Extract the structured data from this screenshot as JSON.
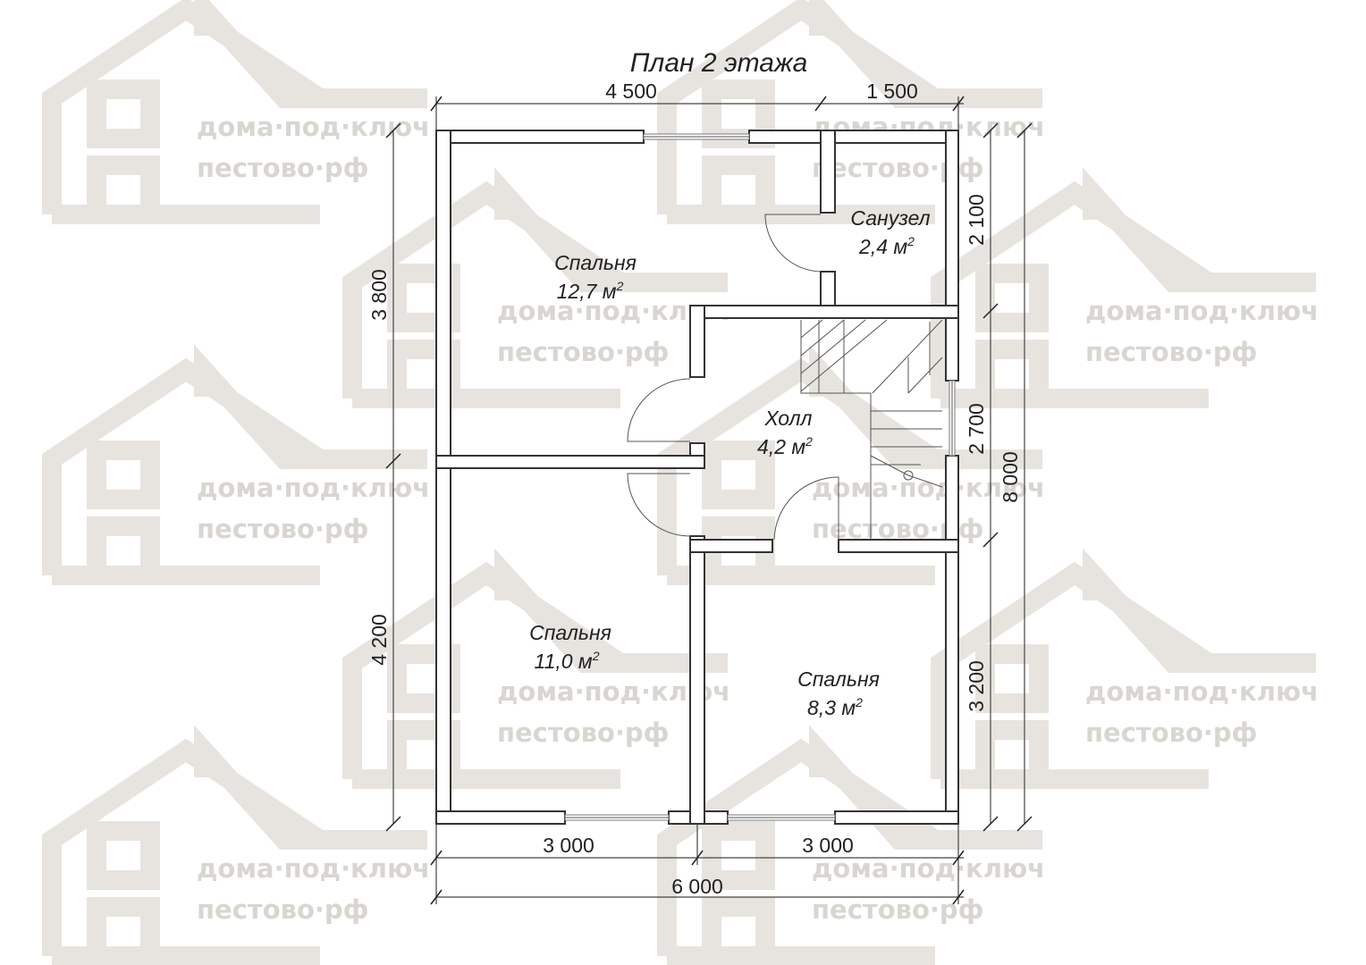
{
  "title": "План 2 этажа",
  "watermark": {
    "line1": "дома·под·ключ",
    "line2": "пестово·рф",
    "color": "#d9d6d1"
  },
  "rooms": [
    {
      "name": "Спальня",
      "area": "12,7 м",
      "sup": "2"
    },
    {
      "name": "Санузел",
      "area": "2,4 м",
      "sup": "2"
    },
    {
      "name": "Холл",
      "area": "4,2 м",
      "sup": "2"
    },
    {
      "name": "Спальня",
      "area": "11,0 м",
      "sup": "2"
    },
    {
      "name": "Спальня",
      "area": "8,3 м",
      "sup": "2"
    }
  ],
  "dimensions": {
    "top": [
      "4 500",
      "1 500"
    ],
    "bottom": [
      "3 000",
      "3 000"
    ],
    "bottom_total": "6 000",
    "left": [
      "3 800",
      "4 200"
    ],
    "right": [
      "2 100",
      "2 700",
      "3 200"
    ],
    "right_total": "8 000"
  },
  "colors": {
    "wall_stroke": "#333333",
    "watermark_shape": "#e7e4df"
  }
}
